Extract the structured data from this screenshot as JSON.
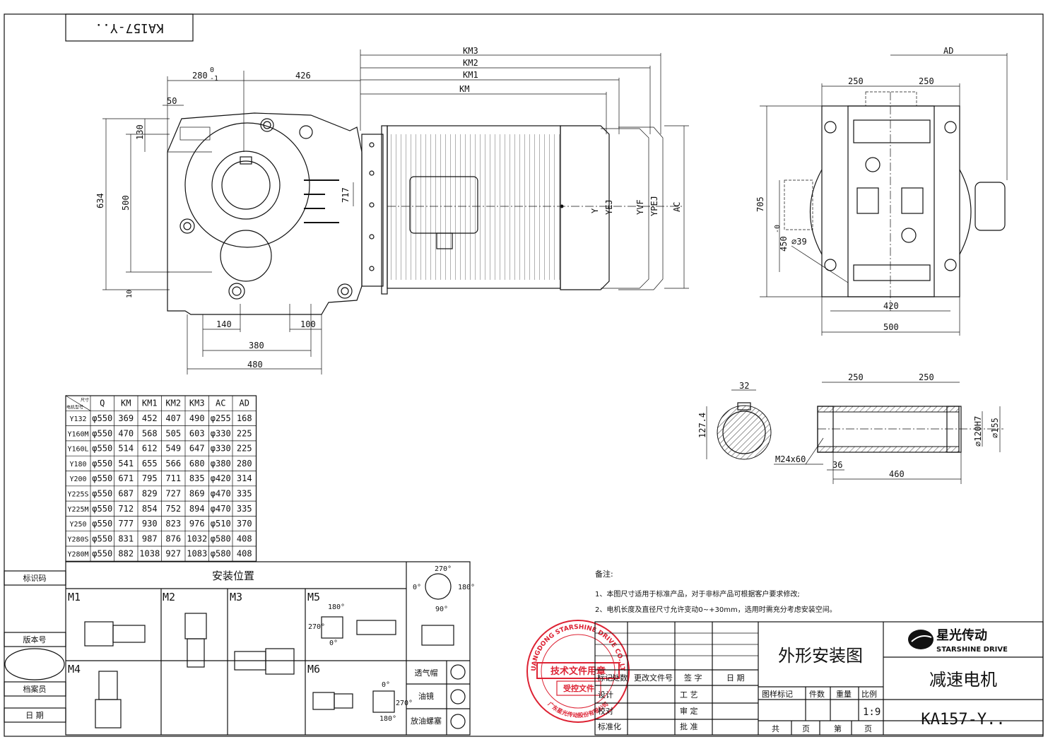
{
  "drawing_code": "KA157-Y..",
  "dims_front": {
    "km3": "KM3",
    "km2": "KM2",
    "km1": "KM1",
    "km": "KM",
    "d280": "280",
    "d280_tol_top": "0",
    "d280_tol_bot": "-1",
    "d426": "426",
    "d50": "50",
    "d130": "130",
    "d634": "634",
    "d500": "500",
    "d10": "10",
    "d717": "717",
    "d140": "140",
    "d100": "100",
    "d380": "380",
    "d480": "480",
    "y": "Y",
    "yej": "YEJ",
    "yvf": "YVF",
    "ypej": "YPEJ",
    "ac": "AC"
  },
  "dims_side": {
    "ad": "AD",
    "d250a": "250",
    "d250b": "250",
    "d705": "705",
    "d450": "450",
    "d450_tol": "-0",
    "d39": "⌀39",
    "d420": "420",
    "d500": "500"
  },
  "dims_shaft": {
    "d32": "32",
    "d1274": "127.4",
    "d250a": "250",
    "d250b": "250",
    "d120": "⌀120H7",
    "d155": "⌀155",
    "m24": "M24x60",
    "d36": "36",
    "d460": "460"
  },
  "table": {
    "headers": [
      "Q",
      "KM",
      "KM1",
      "KM2",
      "KM3",
      "AC",
      "AD"
    ],
    "corner_top": "尺寸",
    "corner_bottom": "电机型号",
    "rows": [
      [
        "Y132",
        "φ550",
        "369",
        "452",
        "407",
        "490",
        "φ255",
        "168"
      ],
      [
        "Y160M",
        "φ550",
        "470",
        "568",
        "505",
        "603",
        "φ330",
        "225"
      ],
      [
        "Y160L",
        "φ550",
        "514",
        "612",
        "549",
        "647",
        "φ330",
        "225"
      ],
      [
        "Y180",
        "φ550",
        "541",
        "655",
        "566",
        "680",
        "φ380",
        "280"
      ],
      [
        "Y200",
        "φ550",
        "671",
        "795",
        "711",
        "835",
        "φ420",
        "314"
      ],
      [
        "Y225S",
        "φ550",
        "687",
        "829",
        "727",
        "869",
        "φ470",
        "335"
      ],
      [
        "Y225M",
        "φ550",
        "712",
        "854",
        "752",
        "894",
        "φ470",
        "335"
      ],
      [
        "Y250",
        "φ550",
        "777",
        "930",
        "823",
        "976",
        "φ510",
        "370"
      ],
      [
        "Y280S",
        "φ550",
        "831",
        "987",
        "876",
        "1032",
        "φ580",
        "408"
      ],
      [
        "Y280M",
        "φ550",
        "882",
        "1038",
        "927",
        "1083",
        "φ580",
        "408"
      ]
    ]
  },
  "sidebar_labels": [
    "标识码",
    "版本号",
    "档案员",
    "日 期"
  ],
  "mount": {
    "title": "安装位置",
    "positions": [
      "M1",
      "M2",
      "M3",
      "M4",
      "M5",
      "M6"
    ],
    "angles": [
      "270°",
      "180°",
      "90°",
      "0°"
    ],
    "parts": [
      "透气帽",
      "油镜",
      "放油螺塞"
    ]
  },
  "notes": {
    "title": "备注:",
    "items": [
      "1、本图尺寸适用于标准产品，对于非标产品可根据客户要求修改;",
      "2、电机长度及直径尺寸允许变动0~+30mm，选用时需充分考虑安装空间。"
    ]
  },
  "stamp": {
    "arc_top": "GUANGDONG STARSHINE DRIVE CO.,LTD",
    "label1": "技术文件用章",
    "label2": "受控文件",
    "arc_bottom": "广东星光传动股份有限公司"
  },
  "title_block": {
    "title": "外形安装图",
    "product": "减速电机",
    "model": "KA157-Y..",
    "brand_cn": "星光传动",
    "brand_en": "STARSHINE DRIVE",
    "scale_label": "比例",
    "scale": "1:9",
    "cols": [
      "图样标记",
      "件数",
      "重量"
    ],
    "sheet": [
      "共",
      "页",
      "第",
      "页"
    ],
    "rev_headers": [
      "标记",
      "处数",
      "更改文件号",
      "签 字",
      "日 期"
    ],
    "roles": [
      "设计",
      "校对",
      "标准化"
    ],
    "roles2": [
      "工 艺",
      "审 定",
      "批 准"
    ]
  }
}
